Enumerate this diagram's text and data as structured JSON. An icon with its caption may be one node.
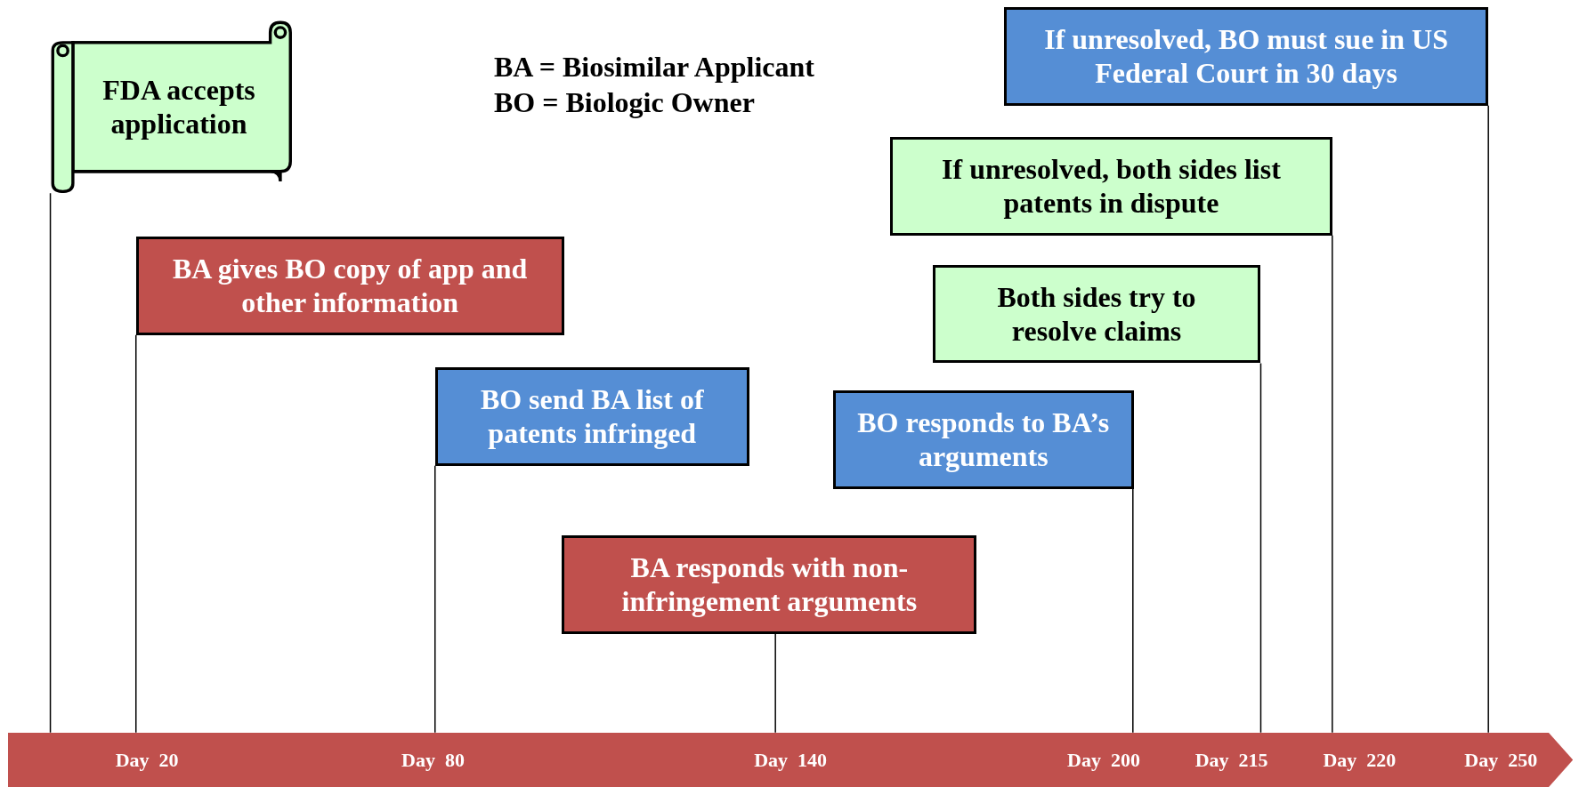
{
  "diagram": {
    "nodes": [
      {
        "text": [
          "FDA accepts application"
        ]
      },
      {
        "text": [
          "BA gives BO copy of app and other information"
        ]
      },
      {
        "text": [
          "BO send BA list of patents infringed"
        ]
      },
      {
        "text": [
          "BA responds with non-infringement arguments"
        ]
      },
      {
        "text": [
          "BO responds to BA’s arguments"
        ]
      },
      {
        "text": [
          "Both sides try to resolve claims"
        ]
      },
      {
        "text": [
          "If unresolved, both sides list patents in dispute"
        ]
      },
      {
        "text": [
          "If unresolved, BO must sue in US Federal Court in 30 days"
        ]
      },
      {
        "text": [],
        "shape": "bar"
      },
      {
        "text": [
          "Day  20"
        ],
        "in": 8
      },
      {
        "text": [
          "Day  80"
        ],
        "in": 8
      },
      {
        "text": [
          "Day  140"
        ],
        "in": 8
      },
      {
        "text": [
          "Day  200"
        ],
        "in": 8
      },
      {
        "text": [
          "Day  215"
        ],
        "in": 8
      },
      {
        "text": [
          "Day  220"
        ],
        "in": 8
      },
      {
        "text": [
          "Day  250"
        ],
        "in": 8
      }
    ],
    "edges": [
      {
        "from": 0,
        "to": 8,
        "arrow": "none"
      },
      {
        "from": 1,
        "to": 9,
        "arrow": "none"
      },
      {
        "from": 2,
        "to": 10,
        "arrow": "none"
      },
      {
        "from": 3,
        "to": 11,
        "arrow": "none"
      },
      {
        "from": 4,
        "to": 12,
        "arrow": "none"
      },
      {
        "from": 5,
        "to": 13,
        "arrow": "none"
      },
      {
        "from": 6,
        "to": 14,
        "arrow": "none"
      },
      {
        "from": 7,
        "to": 15,
        "arrow": "none"
      }
    ],
    "labels": [
      "BA = Biosimilar Applicant",
      "BO = Biologic Owner"
    ]
  }
}
